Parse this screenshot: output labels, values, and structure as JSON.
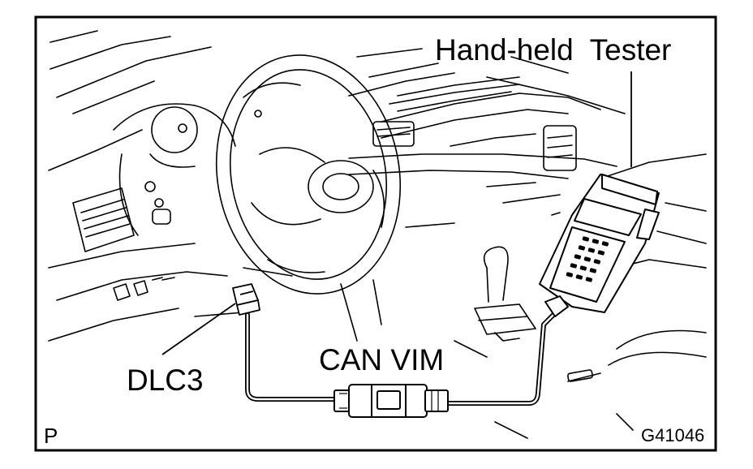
{
  "labels": {
    "tester": "Hand-held  Tester",
    "dlc3": "DLC3",
    "can_vim": "CAN VIM",
    "corner": "P",
    "figure_code": "G41046"
  },
  "colors": {
    "line": "#000000",
    "background": "#ffffff"
  }
}
